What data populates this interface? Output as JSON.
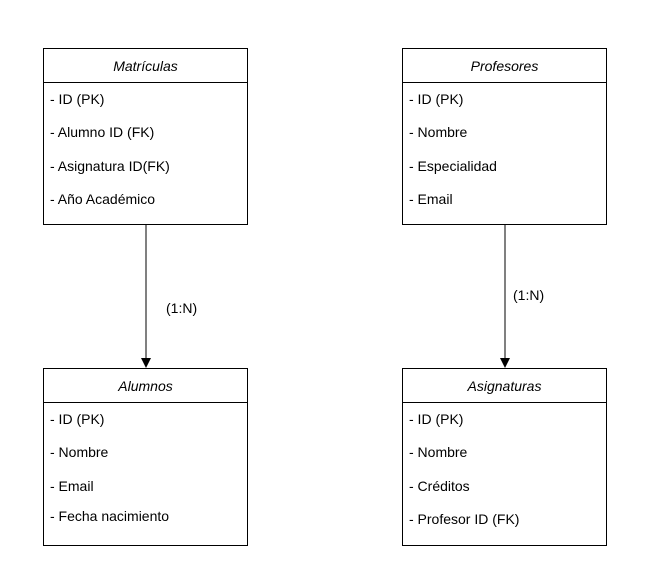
{
  "entities": {
    "matriculas": {
      "title": "Matrículas",
      "attributes": [
        "- ID (PK)",
        "- Alumno ID (FK)",
        "- Asignatura ID(FK)",
        "- Año Académico"
      ]
    },
    "profesores": {
      "title": "Profesores",
      "attributes": [
        "- ID (PK)",
        "- Nombre",
        "- Especialidad",
        "- Email"
      ]
    },
    "alumnos": {
      "title": "Alumnos",
      "attributes": [
        "- ID (PK)",
        "- Nombre",
        "- Email",
        "- Fecha nacimiento"
      ]
    },
    "asignaturas": {
      "title": "Asignaturas",
      "attributes": [
        "- ID (PK)",
        "- Nombre",
        "- Créditos",
        "- Profesor ID (FK)"
      ]
    }
  },
  "relationships": [
    {
      "from": "matriculas",
      "to": "alumnos",
      "label": "(1:N)"
    },
    {
      "from": "profesores",
      "to": "asignaturas",
      "label": "(1:N)"
    }
  ]
}
